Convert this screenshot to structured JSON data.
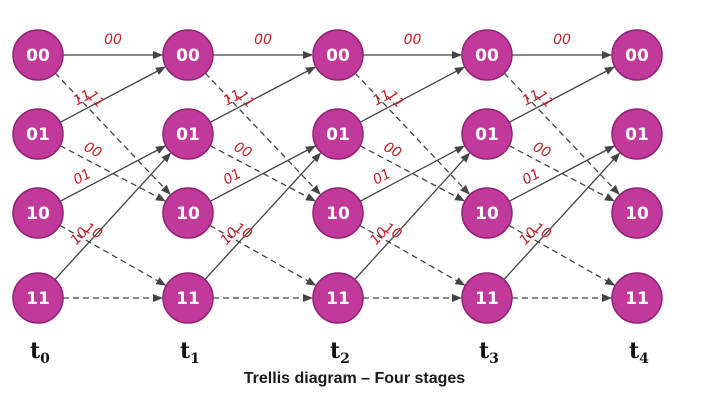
{
  "diagram": {
    "caption": "Trellis diagram – Four stages",
    "states": [
      "00",
      "01",
      "10",
      "11"
    ],
    "stages": [
      {
        "t": "t",
        "sub": "0"
      },
      {
        "t": "t",
        "sub": "1"
      },
      {
        "t": "t",
        "sub": "2"
      },
      {
        "t": "t",
        "sub": "3"
      },
      {
        "t": "t",
        "sub": "4"
      }
    ],
    "transitions": [
      {
        "from": "00",
        "to": "00",
        "output": "00",
        "style": "solid"
      },
      {
        "from": "00",
        "to": "10",
        "output": "11",
        "style": "dashed"
      },
      {
        "from": "01",
        "to": "00",
        "output": "11",
        "style": "solid"
      },
      {
        "from": "01",
        "to": "10",
        "output": "00",
        "style": "dashed"
      },
      {
        "from": "10",
        "to": "01",
        "output": "01",
        "style": "solid"
      },
      {
        "from": "10",
        "to": "11",
        "output": "10",
        "style": "dashed"
      },
      {
        "from": "11",
        "to": "01",
        "output": "10",
        "style": "solid"
      },
      {
        "from": "11",
        "to": "11",
        "output": "",
        "style": "dashed"
      }
    ],
    "colors": {
      "node_fill": "#c2399c",
      "node_stroke": "#8e2372",
      "node_text": "#ffffff",
      "edge": "#444444",
      "edge_label": "#c0232b"
    }
  }
}
